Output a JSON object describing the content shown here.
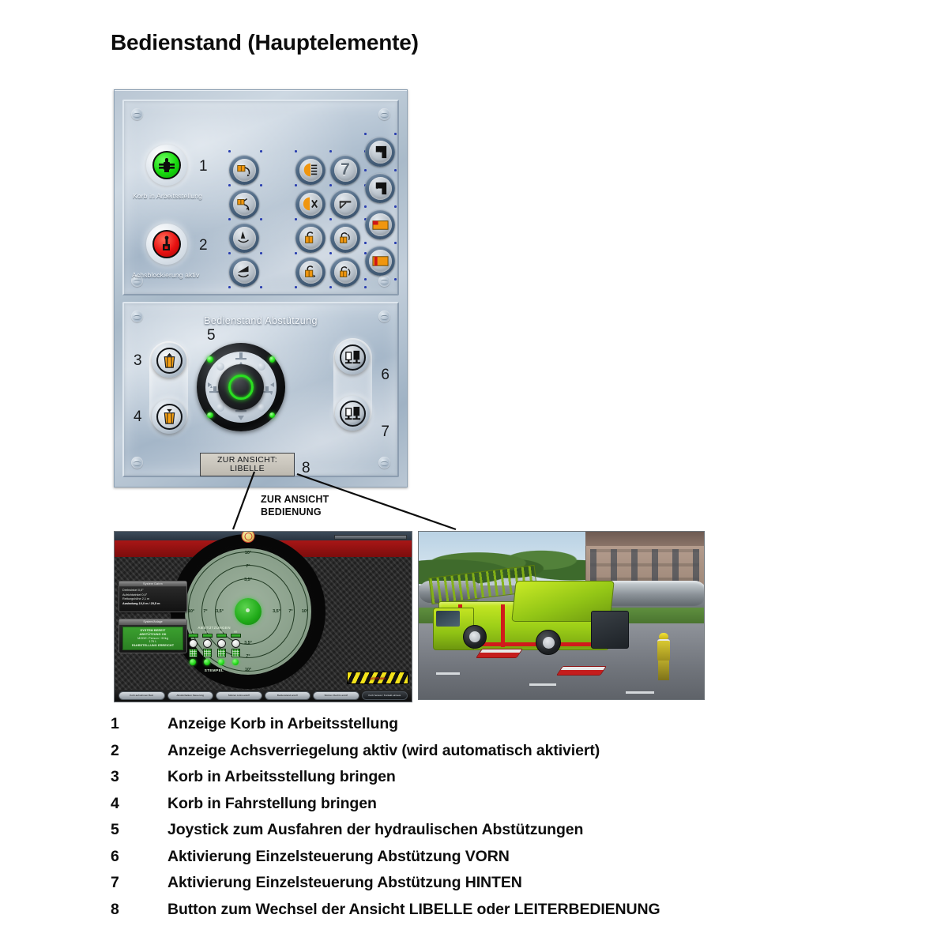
{
  "page": {
    "title": "Bedienstand (Hauptelemente)"
  },
  "control_panel": {
    "upper": {
      "indicators": [
        {
          "marker": "1",
          "label": "Korb in Arbeitsstellung",
          "color": "#17d80e",
          "state": "green",
          "icon": "basket-work-position-icon"
        },
        {
          "marker": "2",
          "label": "Achsblockierung aktiv",
          "color": "#e81111",
          "state": "red",
          "icon": "axle-lock-icon"
        }
      ],
      "buttons": [
        {
          "name": "basket-rotate-left-button",
          "icon": "basket-rotate-left-icon"
        },
        {
          "name": "basket-rotate-right-button",
          "icon": "basket-rotate-right-icon"
        },
        {
          "name": "ladder-incline-up-button",
          "icon": "ladder-incline-up-icon"
        },
        {
          "name": "ladder-incline-down-button",
          "icon": "ladder-incline-down-icon"
        },
        {
          "name": "floodlight-on-button",
          "icon": "floodlight-on-icon"
        },
        {
          "name": "floodlight-off-button",
          "icon": "floodlight-off-icon"
        },
        {
          "name": "basket-unlock-button",
          "icon": "basket-unlock-icon"
        },
        {
          "name": "basket-unlock-alt-button",
          "icon": "basket-unlock-alt-icon"
        },
        {
          "name": "seven-button",
          "icon": "digit-seven-icon",
          "label": "7"
        },
        {
          "name": "ladder-level-button",
          "icon": "ladder-level-icon"
        },
        {
          "name": "basket-lock-rotate-button",
          "icon": "basket-lock-rotate-icon"
        },
        {
          "name": "basket-lock-rotate-alt-button",
          "icon": "basket-lock-rotate-alt-icon"
        },
        {
          "name": "retract-in-button",
          "icon": "arrow-into-corner-icon"
        },
        {
          "name": "extend-out-button",
          "icon": "arrow-out-of-corner-icon"
        },
        {
          "name": "support-plate-left-button",
          "icon": "support-plate-left-icon"
        },
        {
          "name": "support-plate-center-button",
          "icon": "support-plate-center-icon"
        }
      ]
    },
    "lower": {
      "heading": "Bedienstand Abstützung",
      "markers": {
        "joystick": "5",
        "basket_work": "3",
        "basket_drive": "4",
        "single_front": "6",
        "single_rear": "7",
        "view_button": "8"
      },
      "basket_work_button": {
        "name": "basket-to-work-position-button",
        "icon": "basket-up-icon"
      },
      "basket_drive_button": {
        "name": "basket-to-drive-position-button",
        "icon": "basket-down-icon"
      },
      "front_button": {
        "name": "single-control-front-button",
        "icon": "support-front-icon"
      },
      "rear_button": {
        "name": "single-control-rear-button",
        "icon": "support-rear-icon"
      },
      "view_button": {
        "line1": "ZUR ANSICHT:",
        "line2": "LIBELLE"
      }
    }
  },
  "callout": {
    "line1": "ZUR ANSICHT",
    "line2": "BEDIENUNG"
  },
  "screenshots": {
    "libelle": {
      "name": "libelle-screenshot",
      "dial_labels_vertical": [
        "10°",
        "7°",
        "3,5°",
        "3,5°",
        "7°",
        "10°"
      ],
      "dial_labels_left": [
        "10°",
        "7°",
        "3,5°"
      ],
      "dial_labels_right": [
        "3,5°",
        "7°",
        "10°"
      ],
      "support_title": "ABSTÜTZUNGEN",
      "stempel_title": "STEMPEL",
      "support_tags": [
        "VL",
        "HL",
        "VR",
        "HR"
      ],
      "info_header": "System Daten",
      "info_rows": [
        "Drehwinkel  0,0°",
        "Aufrichtwinkel  0,0°",
        "Rettungshöhe  2,1 m",
        "Ausladung  10,0 m / 25,5 m"
      ],
      "status_header": "System/Anlage",
      "status_rows": [
        "SYSTEM BEREIT",
        "ABSTÜTZUNG OK",
        "MODE: Person / 90kg",
        "175 L",
        "FAHRSTELLUNG ERREICHT"
      ],
      "toolbar_buttons": [
        "Korb aufnehmen\nBein",
        "Abstützbalken\nSteuerung",
        "Stützen Links\nan/off",
        "Bedienstand\nan/off",
        "Stützen Rechts\nan/off",
        "Korb heraus / Kontakt ein/aus"
      ],
      "warn_text": "ACHTUNG"
    },
    "scene3d": {
      "name": "vehicle-3d-screenshot"
    }
  },
  "legend": [
    {
      "num": "1",
      "text": "Anzeige Korb in Arbeitsstellung"
    },
    {
      "num": "2",
      "text": "Anzeige Achsverriegelung aktiv (wird automatisch aktiviert)"
    },
    {
      "num": "3",
      "text": "Korb in Arbeitsstellung bringen"
    },
    {
      "num": "4",
      "text": "Korb in Fahrstellung bringen"
    },
    {
      "num": "5",
      "text": "Joystick zum Ausfahren der hydraulischen Abstützungen"
    },
    {
      "num": "6",
      "text": "Aktivierung Einzelsteuerung Abstützung VORN"
    },
    {
      "num": "7",
      "text": "Aktivierung Einzelsteuerung Abstützung HINTEN"
    },
    {
      "num": "8",
      "text": "Button zum Wechsel der Ansicht LIBELLE oder LEITERBEDIENUNG"
    }
  ],
  "colors": {
    "accent_green": "#17d80e",
    "accent_red": "#e81111",
    "panel_blue": "#b3c2d1",
    "icon_orange": "#f0960f"
  }
}
